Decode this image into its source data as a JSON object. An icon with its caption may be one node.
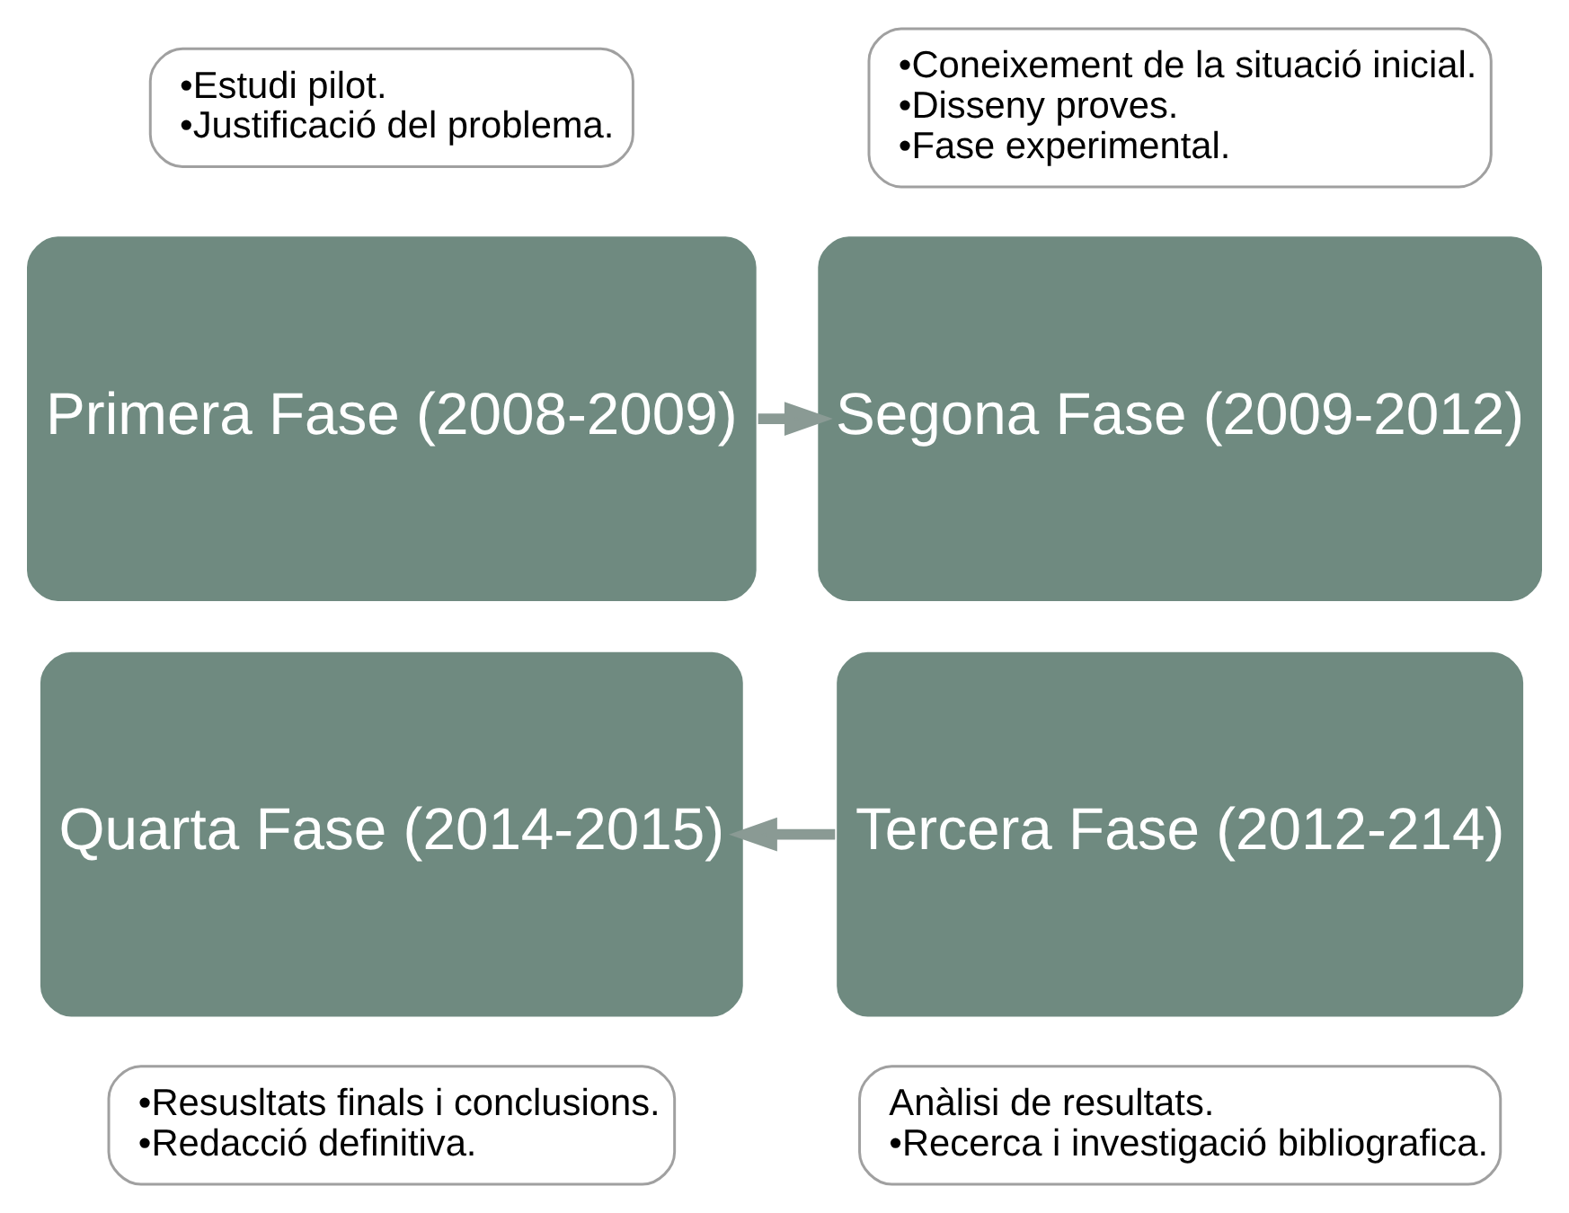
{
  "diagram": {
    "nodes": [
      {
        "text": [
          "•Estudi pilot.",
          "•Justificació del problema."
        ]
      },
      {
        "text": [
          "Primera Fase (2008-2009)"
        ]
      },
      {
        "text": [
          "Segona Fase (2009-2012)"
        ]
      },
      {
        "text": [
          "•Coneixement de la situació inicial.",
          "•Disseny proves.",
          "•Fase experimental."
        ]
      },
      {
        "text": [
          "Quarta Fase (2014-2015)"
        ]
      },
      {
        "text": [
          "Tercera Fase (2012-214)"
        ]
      },
      {
        "text": [
          "•Resusltats finals i conclusions.",
          "•Redacció definitiva."
        ]
      },
      {
        "text": [
          "Anàlisi de resultats.",
          "•Recerca i investigació bibliografica."
        ]
      }
    ],
    "edges": [
      {
        "from": 1,
        "to": 2,
        "arrow": "to"
      },
      {
        "from": 5,
        "to": 4,
        "arrow": "to"
      }
    ]
  }
}
